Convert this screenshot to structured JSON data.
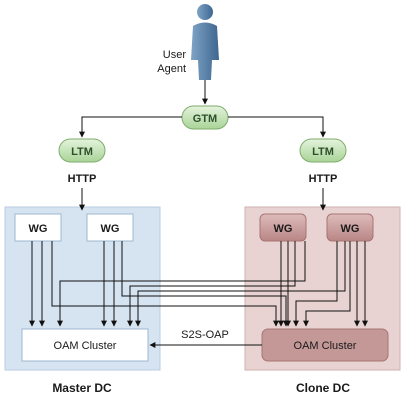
{
  "user_agent": {
    "line1": "User",
    "line2": "Agent"
  },
  "gtm_label": "GTM",
  "master": {
    "ltm_label": "LTM",
    "http_label": "HTTP",
    "wg1_label": "WG",
    "wg2_label": "WG",
    "cluster_label": "OAM Cluster",
    "dc_label": "Master DC"
  },
  "clone": {
    "ltm_label": "LTM",
    "http_label": "HTTP",
    "wg1_label": "WG",
    "wg2_label": "WG",
    "cluster_label": "OAM Cluster",
    "dc_label": "Clone DC"
  },
  "s2s_label": "S2S-OAP",
  "colors": {
    "master_bg": "#d6e4f2",
    "clone_bg": "#e8d3d2",
    "pill_green": "#bfe0b2",
    "clone_wg": "#c89a99",
    "clone_cluster": "#c49897",
    "person": "#5a7fa6"
  }
}
